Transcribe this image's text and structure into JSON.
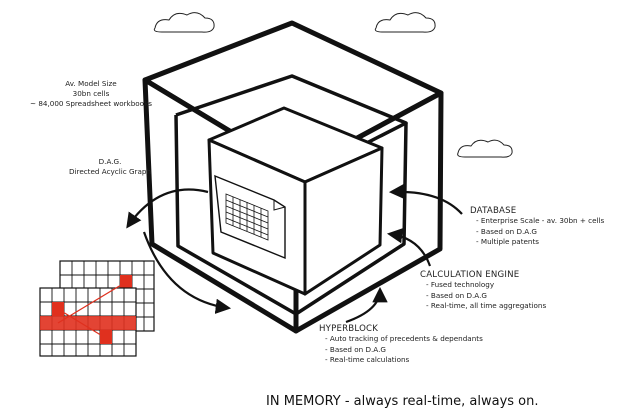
{
  "model_size": {
    "title": "Av. Model Size",
    "line2": "30bn cells",
    "line3": "~ 84,000 Spreadsheet workbooks"
  },
  "dag": {
    "title": "D.A.G.",
    "subtitle": "Directed Acyclic Graph"
  },
  "database": {
    "title": "DATABASE",
    "bullets": [
      "Enterprise Scale - av. 30bn + cells",
      "Based on D.A.G",
      "Multiple patents"
    ]
  },
  "calc_engine": {
    "title": "CALCULATION ENGINE",
    "bullets": [
      "Fused technology",
      "Based on D.A.G",
      "Real-time, all time aggregations"
    ]
  },
  "hyperblock": {
    "title": "HYPERBLOCK",
    "bullets": [
      "Auto tracking of precedents & dependants",
      "Based on D.A.G",
      "Real-time calculations"
    ]
  },
  "footer": "IN MEMORY - always real-time, always on.",
  "colors": {
    "ink": "#111111",
    "highlight": "#e0301e",
    "cloud": "#ffffff"
  }
}
